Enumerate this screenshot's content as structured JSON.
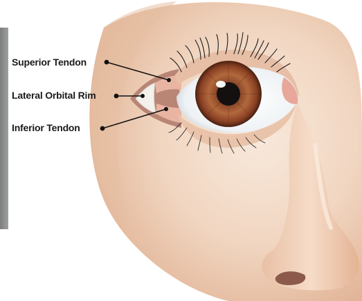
{
  "labels": {
    "superior_tendon": "Superior Tendon",
    "lateral_orbital_rim": "Lateral Orbital Rim",
    "inferior_tendon": "Inferior Tendon"
  },
  "colors": {
    "skin_light": "#f7e5d6",
    "skin_mid": "#eccbb0",
    "skin_shadow": "#d9a98a",
    "iris_outer": "#6e2f1a",
    "iris_inner": "#c47a4c",
    "pupil": "#141010",
    "sclera": "#f5f7fa",
    "tendon": "#e8b6a3",
    "left_edge_texture": "#8f9190",
    "leader_line": "#111111"
  }
}
